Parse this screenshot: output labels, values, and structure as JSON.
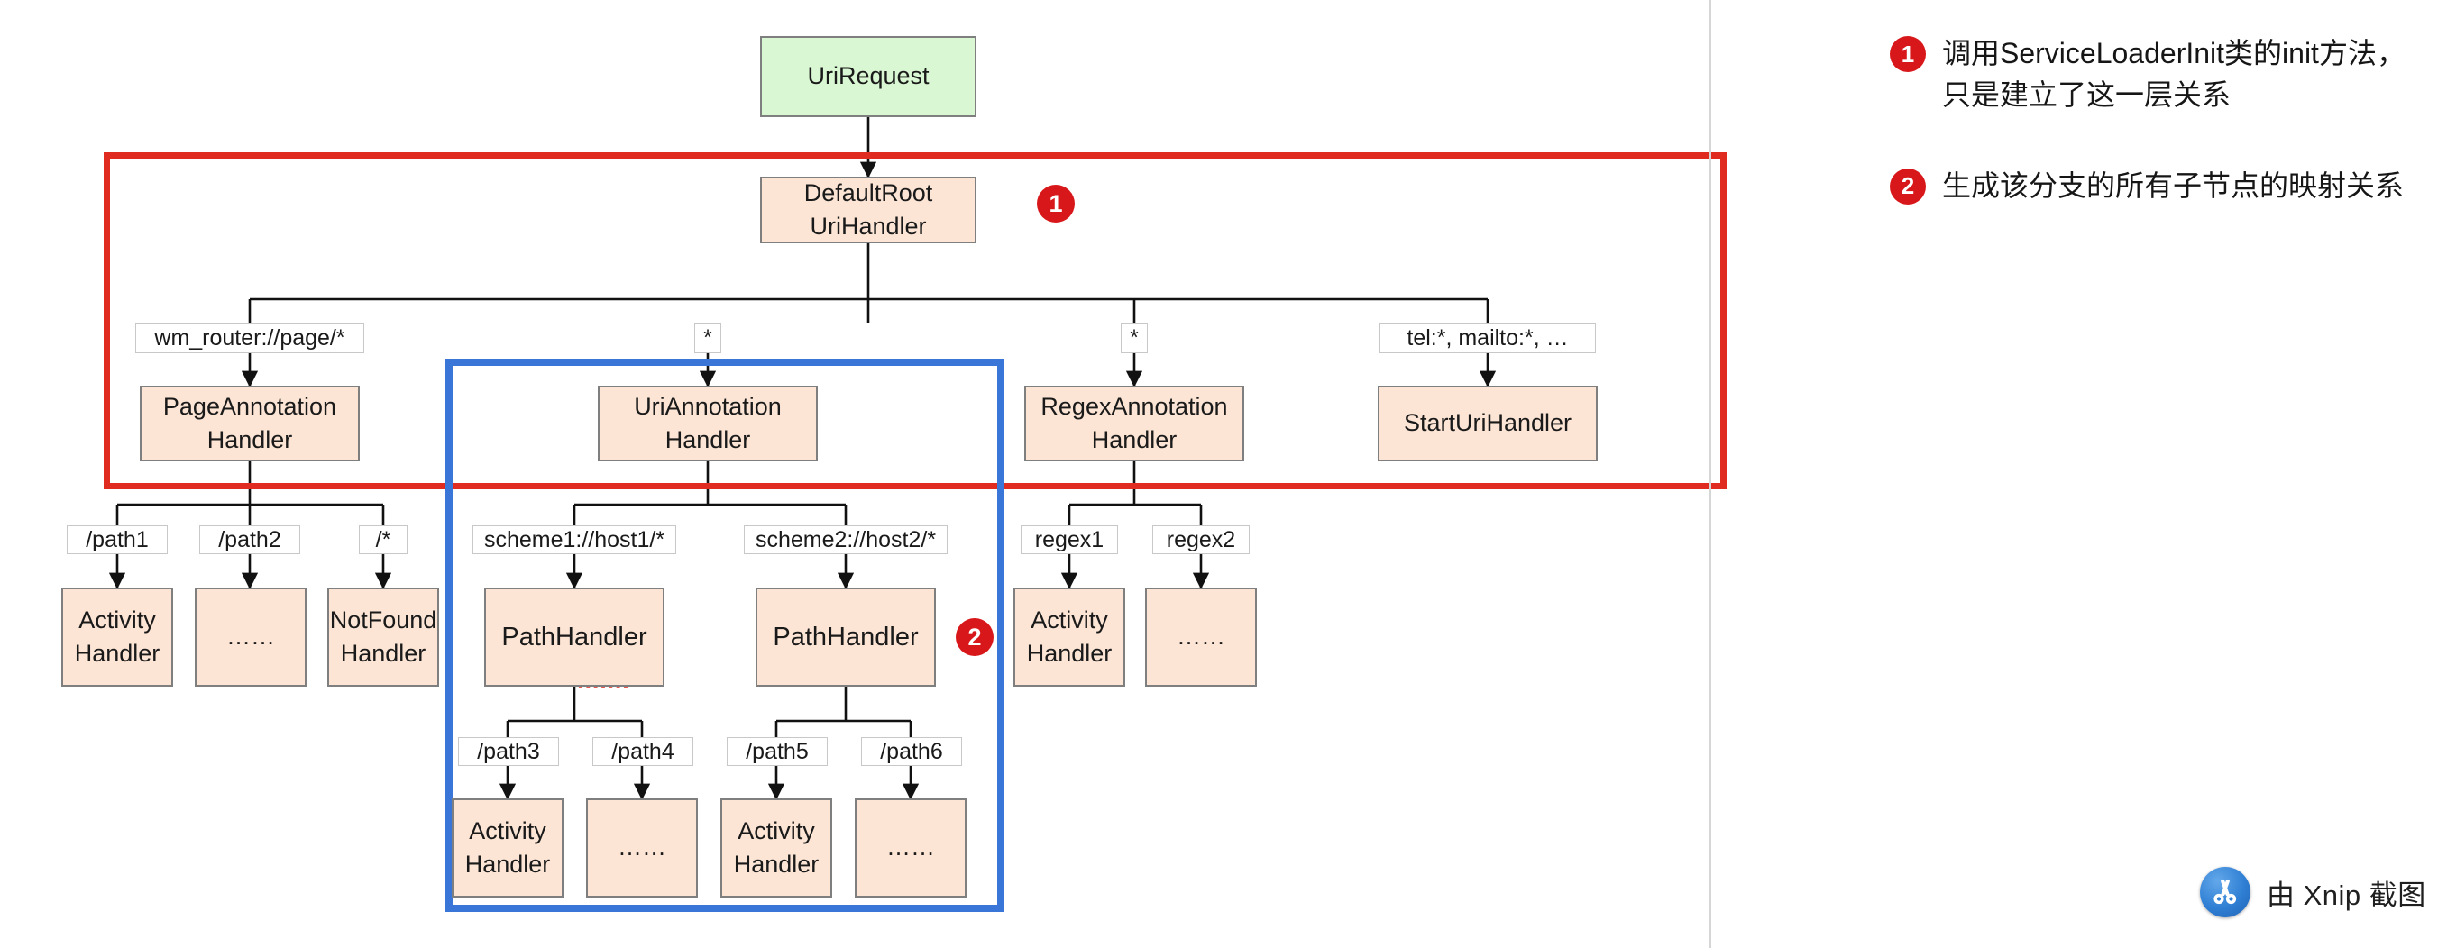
{
  "diagram": {
    "title": "UriRequest routing handler tree",
    "colors": {
      "node_fill": "#fce5d5",
      "root_fill": "#d9f7d2",
      "node_border": "#7f7f7f",
      "highlight_red": "#e02b20",
      "highlight_blue": "#3a76d8",
      "badge_red": "#d8171a",
      "edge_label_border": "#c8c8c8",
      "divider": "#d6d6d6"
    },
    "nodes": {
      "uri_request": "UriRequest",
      "default_root_uri_handler": "DefaultRoot\nUriHandler",
      "page_annotation_handler": "PageAnnotation\nHandler",
      "uri_annotation_handler": "UriAnnotation\nHandler",
      "regex_annotation_handler": "RegexAnnotation\nHandler",
      "start_uri_handler": "StartUriHandler",
      "path_handler_1": "PathHandler",
      "path_handler_2": "PathHandler",
      "activity_handler_1": "Activity\nHandler",
      "ellipsis_1": "……",
      "not_found_handler": "NotFound\nHandler",
      "activity_handler_2": "Activity\nHandler",
      "ellipsis_2": "……",
      "activity_handler_3": "Activity\nHandler",
      "ellipsis_3": "……",
      "activity_handler_4": "Activity\nHandler",
      "ellipsis_4": "……"
    },
    "edge_labels": {
      "wm_router_page": "wm_router://page/*",
      "star_1": "*",
      "star_2": "*",
      "tel_mailto": "tel:*, mailto:*, …",
      "path1": "/path1",
      "path2": "/path2",
      "wildcard": "/*",
      "scheme1": "scheme1://host1/*",
      "scheme2": "scheme2://host2/*",
      "regex1": "regex1",
      "regex2": "regex2",
      "path3": "/path3",
      "path4": "/path4",
      "path5": "/path5",
      "path6": "/path6"
    },
    "badges": {
      "badge_one": "1",
      "badge_two": "2"
    }
  },
  "notes": [
    {
      "number": "1",
      "text": "调用ServiceLoaderInit类的init方法，只是建立了这一层关系"
    },
    {
      "number": "2",
      "text": "生成该分支的所有子节点的映射关系"
    }
  ],
  "watermark": {
    "text": "由 Xnip 截图",
    "icon": "scissors-icon"
  }
}
